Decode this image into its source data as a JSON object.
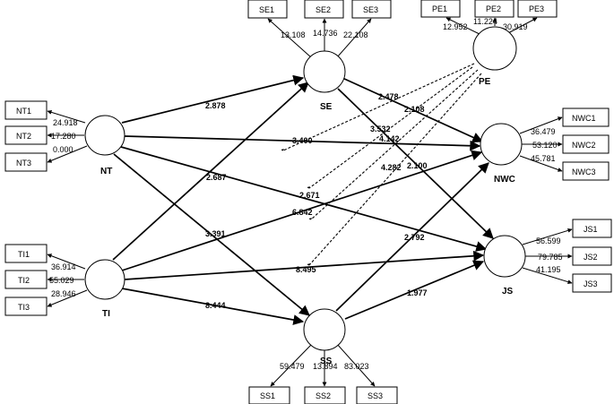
{
  "constructs": {
    "NT": "NT",
    "TI": "TI",
    "SE": "SE",
    "SS": "SS",
    "PE": "PE",
    "NWC": "NWC",
    "JS": "JS"
  },
  "indicators": {
    "SE1": "SE1",
    "SE2": "SE2",
    "SE3": "SE3",
    "PE1": "PE1",
    "PE2": "PE2",
    "PE3": "PE3",
    "NT1": "NT1",
    "NT2": "NT2",
    "NT3": "NT3",
    "TI1": "TI1",
    "TI2": "TI2",
    "TI3": "TI3",
    "NWC1": "NWC1",
    "NWC2": "NWC2",
    "NWC3": "NWC3",
    "JS1": "JS1",
    "JS2": "JS2",
    "JS3": "JS3",
    "SS1": "SS1",
    "SS2": "SS2",
    "SS3": "SS3"
  },
  "loadings": {
    "SE1": "13.108",
    "SE2": "14.736",
    "SE3": "22.108",
    "PE1": "12.952",
    "PE2": "11.224",
    "PE3": "30.919",
    "NT1": "24.918",
    "NT2": "17.280",
    "NT3": "0.000",
    "TI1": "36.914",
    "TI2": "55.029",
    "TI3": "28.946",
    "NWC1": "36.479",
    "NWC2": "53.120",
    "NWC3": "45.781",
    "JS1": "56.599",
    "JS2": "79.785",
    "JS3": "41.195",
    "SS1": "59.479",
    "SS2": "13.894",
    "SS3": "83.023"
  },
  "paths": {
    "NT_SE": "2.878",
    "NT_NWC": "3.400",
    "NT_JS": "2.671",
    "NT_SS": "3.391",
    "TI_SE": "2.687",
    "TI_NWC": "6.842",
    "TI_JS": "8.495",
    "TI_SS": "8.444",
    "SE_NWC": "2.478",
    "SE_JS": "3.532",
    "SS_NWC": "2.792",
    "SS_JS": "1.977",
    "PE_NWC": "2.108",
    "PE_1": "4.142",
    "PE_2": "2.100",
    "PE_3": "4.282"
  }
}
